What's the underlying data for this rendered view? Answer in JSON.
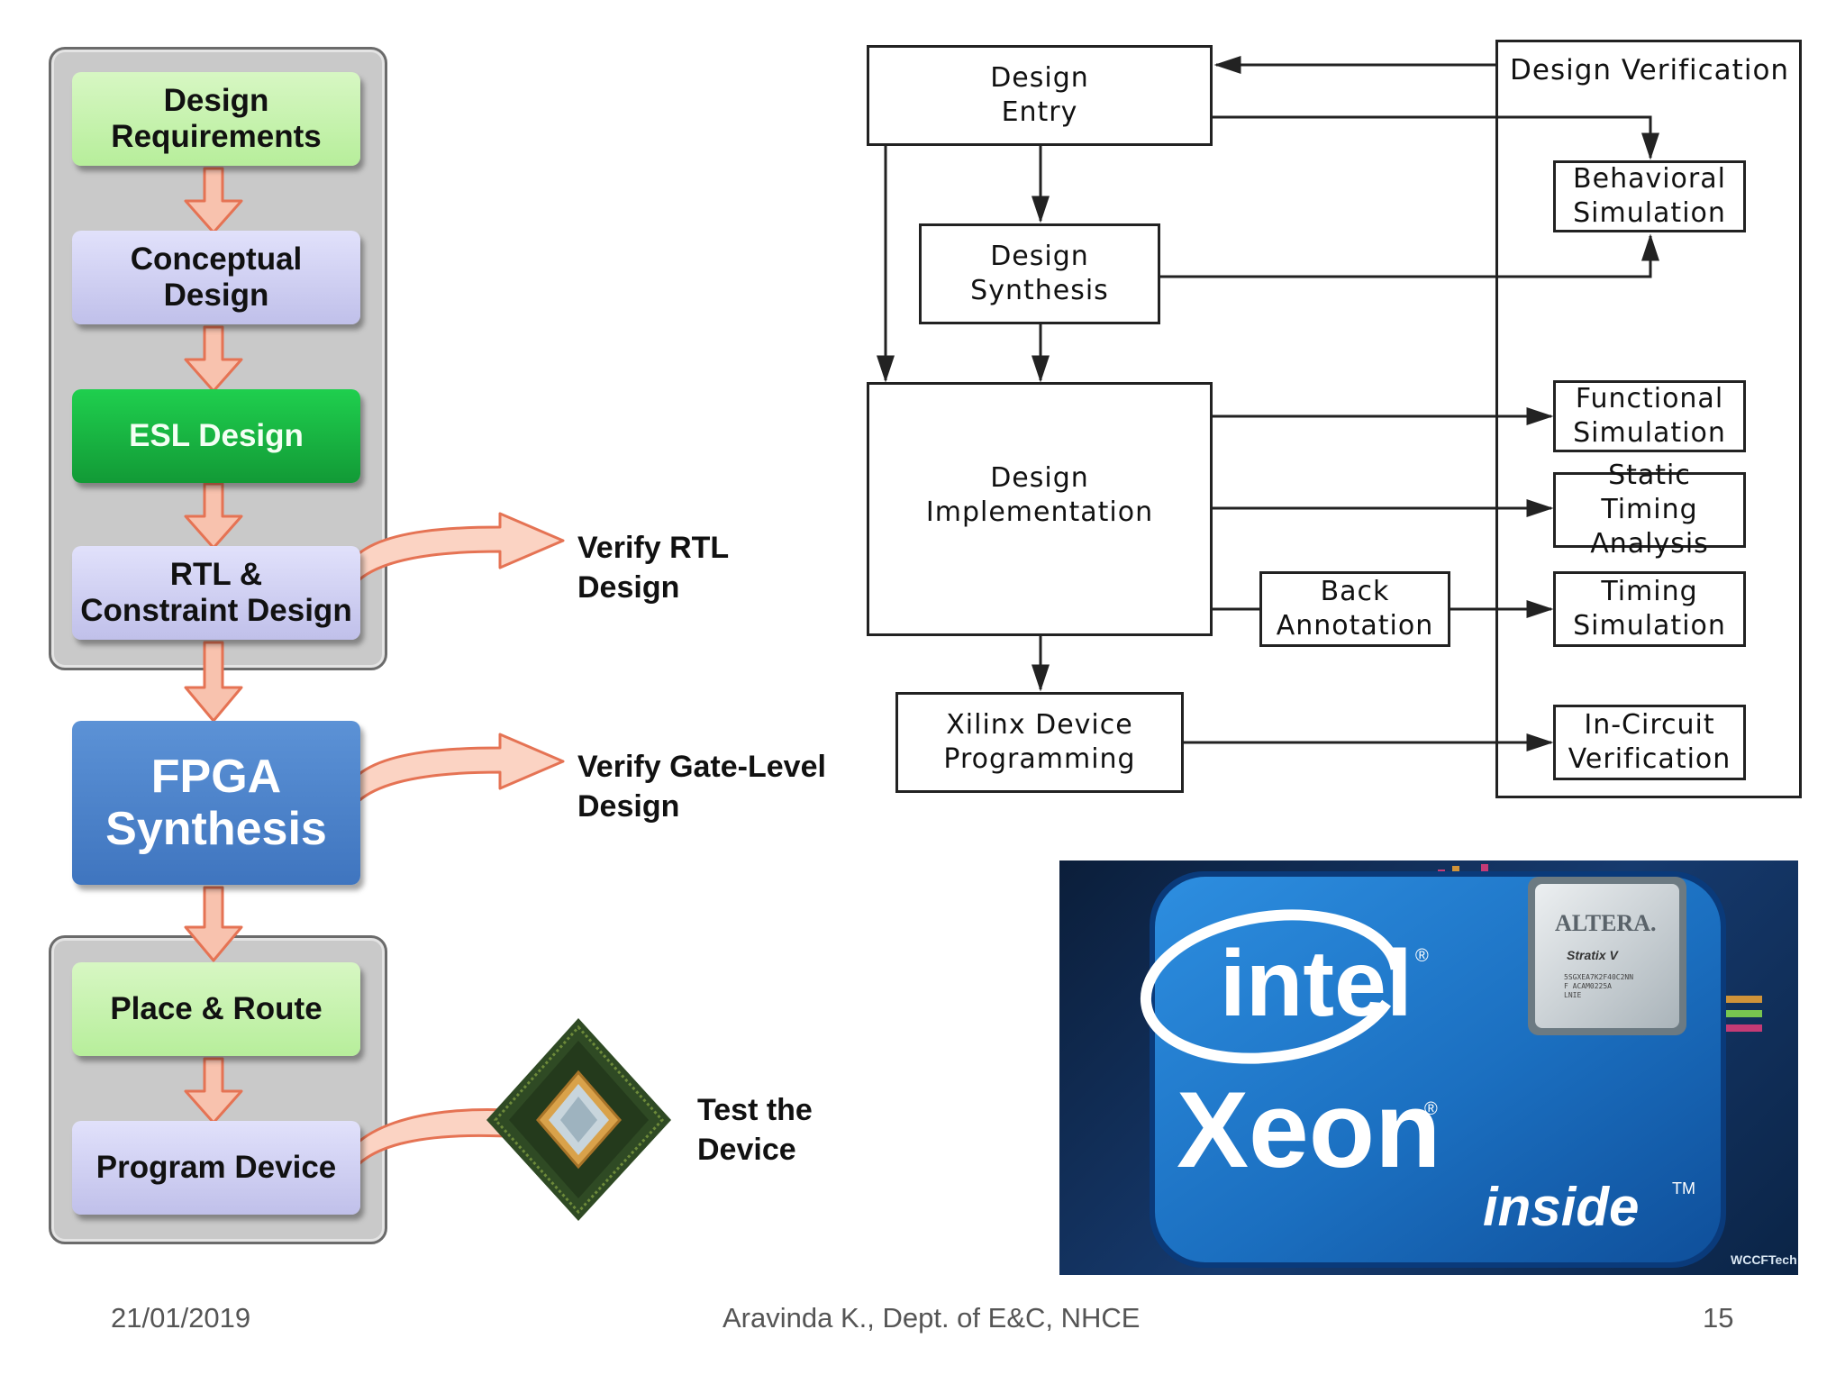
{
  "left_flow": {
    "steps": [
      {
        "label": "Design\nRequirements"
      },
      {
        "label": "Conceptual\nDesign"
      },
      {
        "label": "ESL Design"
      },
      {
        "label": "RTL &\nConstraint Design"
      },
      {
        "label": "FPGA\nSynthesis"
      },
      {
        "label": "Place & Route"
      },
      {
        "label": "Program Device"
      }
    ],
    "notes": {
      "verify_rtl": "Verify RTL\nDesign",
      "verify_gate": "Verify Gate-Level\nDesign",
      "test_device": "Test the\nDevice"
    }
  },
  "right_flow": {
    "design_entry": "Design\nEntry",
    "design_synthesis": "Design\nSynthesis",
    "design_implementation": "Design\nImplementation",
    "xilinx_programming": "Xilinx Device\nProgramming",
    "back_annotation": "Back\nAnnotation",
    "verification_title": "Design Verification",
    "behavioral_simulation": "Behavioral\nSimulation",
    "functional_simulation": "Functional\nSimulation",
    "static_timing": "Static Timing\nAnalysis",
    "timing_simulation": "Timing\nSimulation",
    "in_circuit": "In-Circuit\nVerification"
  },
  "badge": {
    "brand": "intel",
    "product": "Xeon",
    "tagline": "inside",
    "tm": "TM",
    "chip_maker": "ALTERA.",
    "chip_family": "Stratix V",
    "chip_text": "5SGXEA7K2F40C2NN\nF ACAM0225A\nLNIE",
    "watermark": "WCCFTech",
    "colors": {
      "badge_blue": "#1b6fc0",
      "ring": "#ffffff"
    }
  },
  "footer": {
    "date": "21/01/2019",
    "author": "Aravinda K., Dept. of E&C, NHCE",
    "page": "15"
  },
  "colors": {
    "step_green": "#c3f2a8",
    "step_lavender": "#cdcdf2",
    "step_dark_green": "#17b440",
    "step_blue": "#4a82cb",
    "arrow_fill": "#f7b8a3",
    "arrow_stroke": "#e57354"
  }
}
